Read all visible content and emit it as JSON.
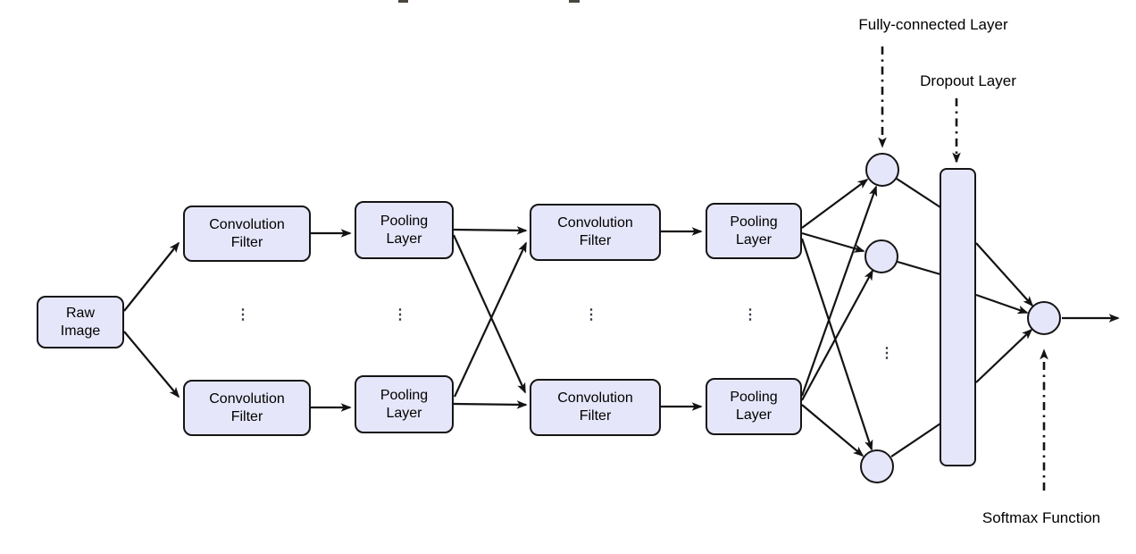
{
  "colors": {
    "node_fill": "#e6e6fa",
    "node_border": "#151515",
    "edge": "#131313",
    "text": "#000000"
  },
  "ellipsis": "⋮",
  "nodes": {
    "raw_image": {
      "label": "Raw\nImage"
    },
    "conv_filter_1_top": {
      "label": "Convolution\nFilter"
    },
    "conv_filter_1_bottom": {
      "label": "Convolution\nFilter"
    },
    "pooling_1_top": {
      "label": "Pooling\nLayer"
    },
    "pooling_1_bottom": {
      "label": "Pooling\nLayer"
    },
    "conv_filter_2_top": {
      "label": "Convolution\nFilter"
    },
    "conv_filter_2_bottom": {
      "label": "Convolution\nFilter"
    },
    "pooling_2_top": {
      "label": "Pooling\nLayer"
    },
    "pooling_2_bottom": {
      "label": "Pooling\nLayer"
    }
  },
  "annotations": {
    "fully_connected": "Fully-connected Layer",
    "dropout": "Dropout Layer",
    "softmax": "Softmax Function"
  }
}
